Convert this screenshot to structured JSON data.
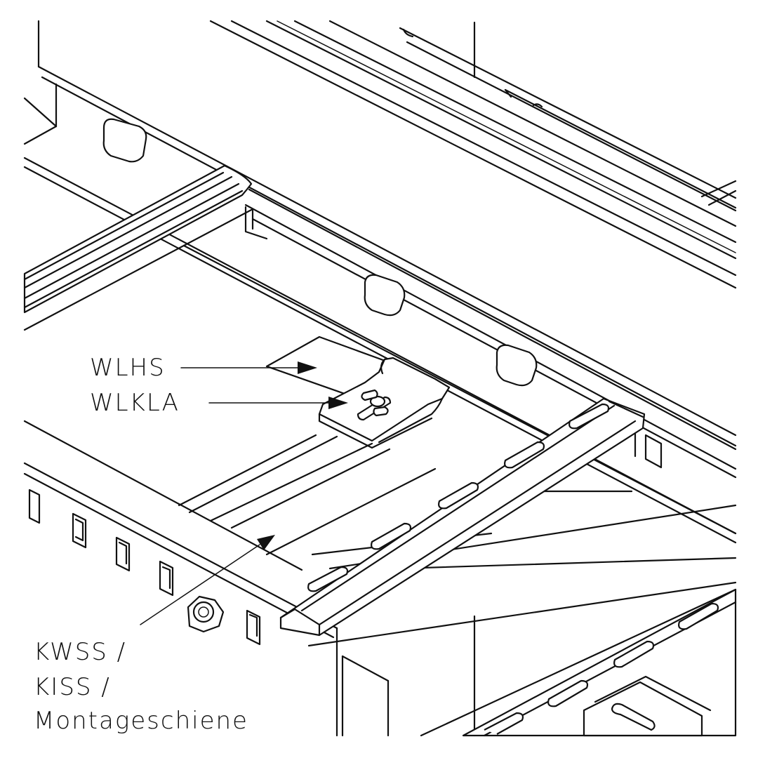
{
  "labels": {
    "wlhs": "WLHS",
    "wlkla": "WLKLA",
    "rail_line_1": "KWSS /",
    "rail_line_2": "KISS /",
    "rail_line_3": "Montageschiene"
  }
}
